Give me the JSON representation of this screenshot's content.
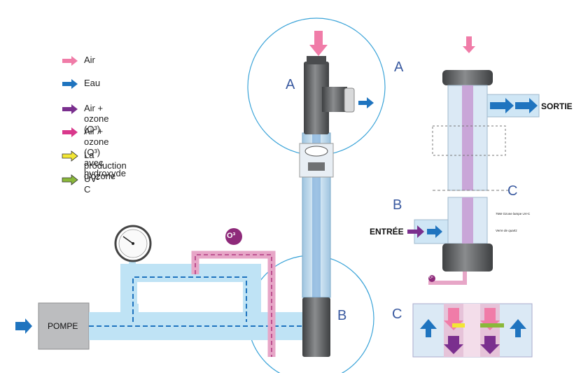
{
  "legend": [
    {
      "label": "Air",
      "color": "#f07ca8",
      "icon": "pink-arrow-icon"
    },
    {
      "label": "Eau",
      "color": "#1f74bf",
      "icon": "blue-arrow-icon"
    },
    {
      "label": "Air + ozone (O³)",
      "color": "#7a2f8e",
      "icon": "purple-arrow-icon"
    },
    {
      "label": "Air + ozone (O³)",
      "label2": "avec hydroxyde",
      "color": "#d9388c",
      "icon": "magenta-arrow-icon"
    },
    {
      "label": "La production d'ozone",
      "color": "#f2e634",
      "icon": "yellow-arrow-icon"
    },
    {
      "label": "UV-C",
      "color": "#8ab83a",
      "icon": "green-arrow-icon"
    }
  ],
  "labels": {
    "a_left": "A",
    "a_right": "A",
    "b_main": "B",
    "b_right": "B",
    "c_right": "C",
    "c_bottom": "C",
    "pompe": "POMPE",
    "sortie": "SORTIE",
    "entree": "ENTRÉE",
    "ozone_badge": "O³",
    "ozone_small": "O³",
    "lamp": "75W Ozone lampe UV-C",
    "quartz": "Verre de quartz"
  },
  "colors": {
    "pipe": "#bfe3f5",
    "pipe_dark": "#8cc6e6",
    "housing": "#5f6163",
    "pump": "#bcbdbf",
    "circle": "#3aa3d8"
  }
}
